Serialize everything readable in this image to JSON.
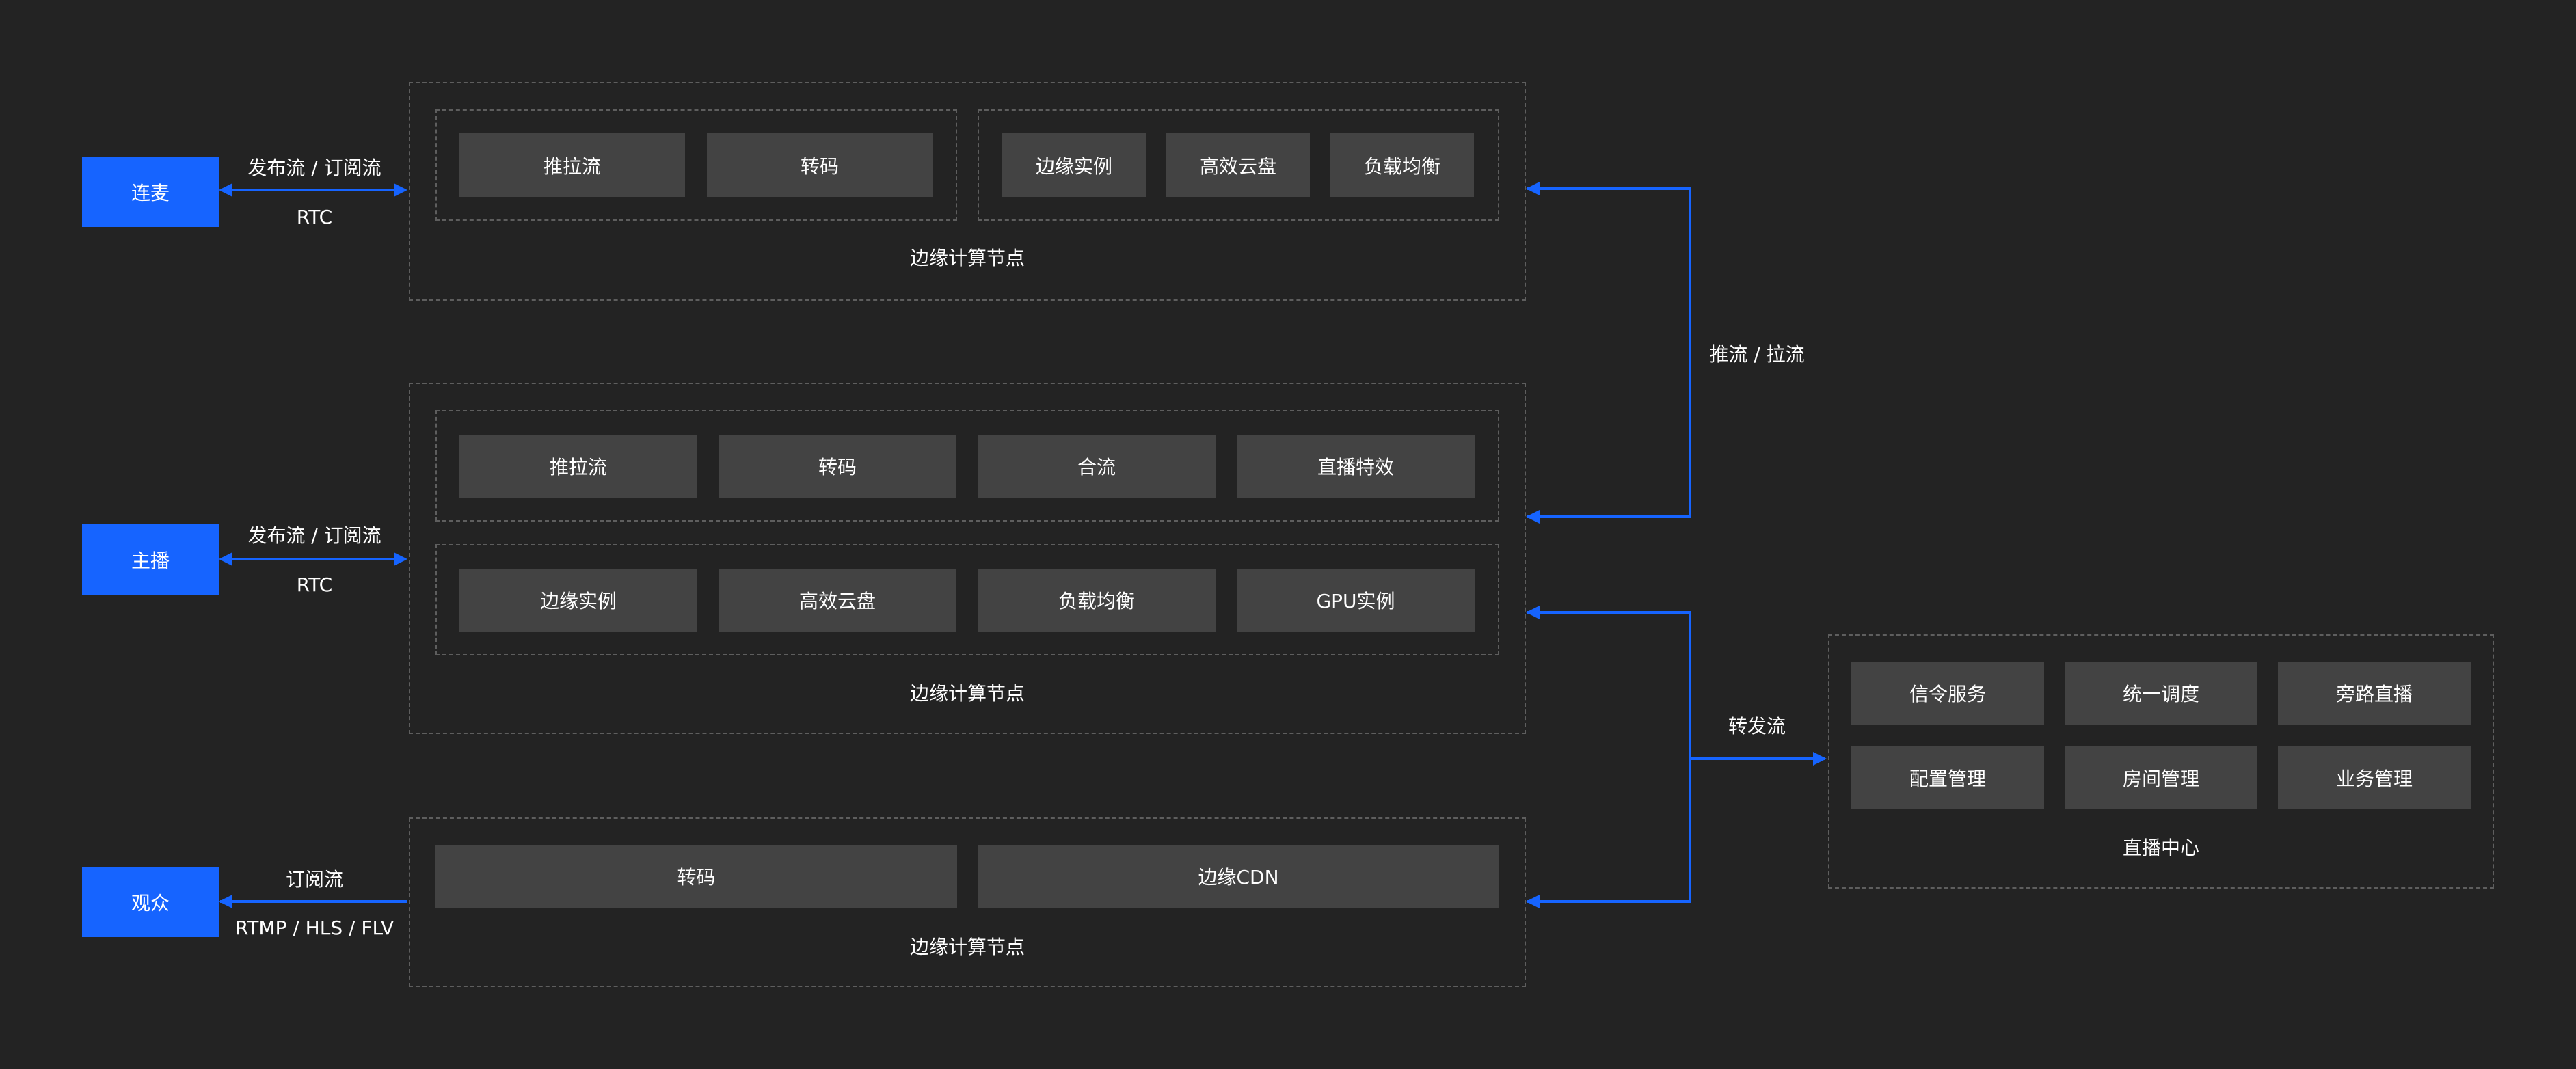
{
  "roles": {
    "lianmai": "连麦",
    "zhubo": "主播",
    "guanzhong": "观众"
  },
  "links": {
    "lianmai_top": "发布流 / 订阅流",
    "lianmai_bottom": "RTC",
    "zhubo_top": "发布流 / 订阅流",
    "zhubo_bottom": "RTC",
    "guanzhong_top": "订阅流",
    "guanzhong_bottom": "RTMP / HLS / FLV",
    "push_pull": "推流 / 拉流",
    "forward": "转发流"
  },
  "edge_node_1": {
    "title": "边缘计算节点",
    "group_a": [
      "推拉流",
      "转码"
    ],
    "group_b": [
      "边缘实例",
      "高效云盘",
      "负载均衡"
    ]
  },
  "edge_node_2": {
    "title": "边缘计算节点",
    "row_1": [
      "推拉流",
      "转码",
      "合流",
      "直播特效"
    ],
    "row_2": [
      "边缘实例",
      "高效云盘",
      "负载均衡",
      "GPU实例"
    ]
  },
  "edge_node_3": {
    "title": "边缘计算节点",
    "items": [
      "转码",
      "边缘CDN"
    ]
  },
  "center": {
    "title": "直播中心",
    "row_1": [
      "信令服务",
      "统一调度",
      "旁路直播"
    ],
    "row_2": [
      "配置管理",
      "房间管理",
      "业务管理"
    ]
  },
  "colors": {
    "background": "#232323",
    "accent": "#1664ff",
    "module": "#434343",
    "dashed_border": "#5e5e5e"
  }
}
